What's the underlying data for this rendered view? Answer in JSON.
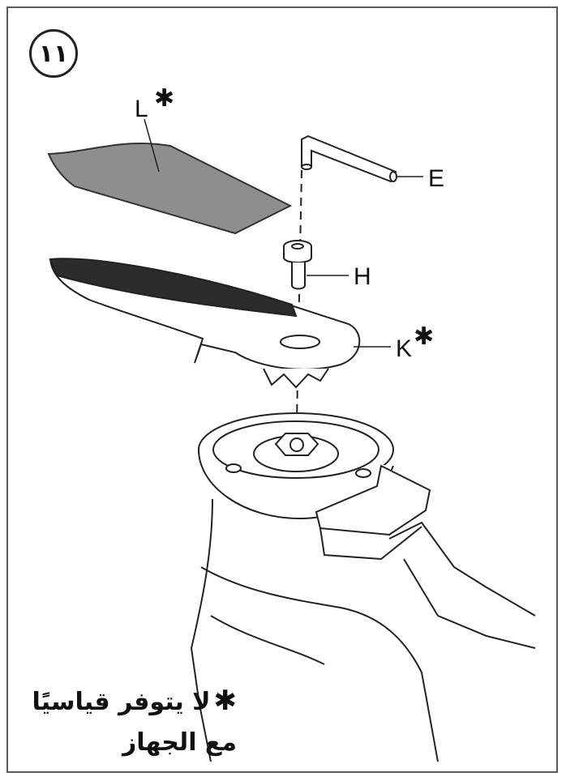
{
  "step_number": "١١",
  "parts": {
    "l": "L",
    "e": "E",
    "h": "H",
    "k": "K"
  },
  "asterisk": "✱",
  "footnote": {
    "line1": "لا يتوفر قياسيًا",
    "line2": "مع الجهاز"
  }
}
